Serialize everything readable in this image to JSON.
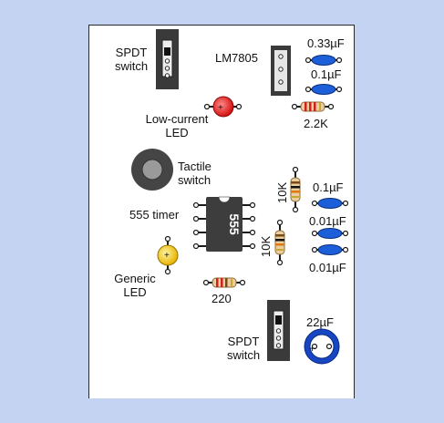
{
  "labels": {
    "spdt_top": [
      "SPDT",
      "switch"
    ],
    "lm7805": "LM7805",
    "cap_033": "0.33µF",
    "cap_01_top": "0.1µF",
    "r_22k": "2.2K",
    "low_led": [
      "Low-current",
      "LED"
    ],
    "tactile": [
      "Tactile",
      "switch"
    ],
    "r10k_a": "10K",
    "r10k_b": "10K",
    "cap_01_mid": "0.1µF",
    "cap_001_a": "0.01µF",
    "cap_001_b": "0.01µF",
    "timer_label": "555 timer",
    "ic_marking": "555",
    "generic_led": [
      "Generic",
      "LED"
    ],
    "r_220": "220",
    "spdt_bottom": [
      "SPDT",
      "switch"
    ],
    "cap_22u": "22µF"
  },
  "colors": {
    "background": "#c5d3f2",
    "board": "#ffffff",
    "ceramic_cap": "#1c5fd8",
    "electrolytic_cap": "#1646c2",
    "red_led": "#e81414",
    "yellow_led": "#f2c200",
    "resistor_body": "#e9cfa0",
    "switch_body": "#3a3a3a"
  }
}
